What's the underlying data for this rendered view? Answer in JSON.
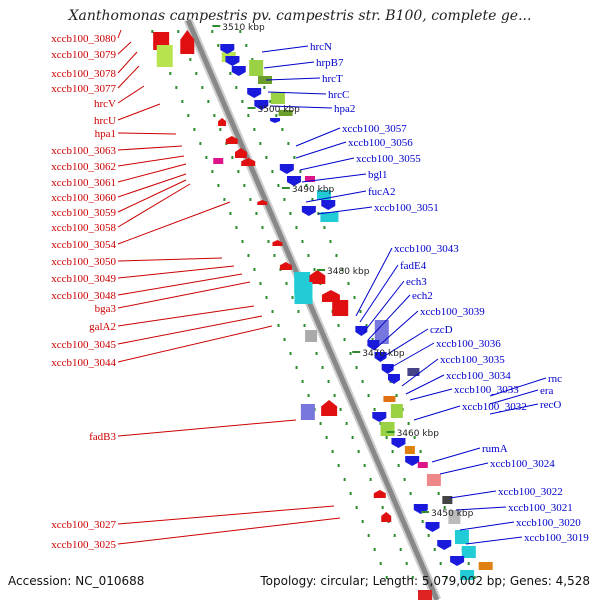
{
  "title": "Xanthomonas campestris pv. campestris str. B100, complete ge...",
  "footer": {
    "accession": "Accession: NC_010688",
    "summary": "Topology: circular; Length: 5,079,002 bp; Genes: 4,528"
  },
  "colors": {
    "left_label": "#cc0000",
    "right_label": "#0000cc",
    "backbone": "#888888",
    "tick_dot": "#2e8b2e"
  },
  "ticks": [
    "3510 kbp",
    "3500 kbp",
    "3490 kbp",
    "3480 kbp",
    "3470 kbp",
    "3460 kbp",
    "3450 kbp"
  ],
  "left_labels": [
    "xccb100_3080",
    "xccb100_3079",
    "xccb100_3078",
    "xccb100_3077",
    "hrcV",
    "hrcU",
    "hpa1",
    "xccb100_3063",
    "xccb100_3062",
    "xccb100_3061",
    "xccb100_3060",
    "xccb100_3059",
    "xccb100_3058",
    "xccb100_3054",
    "xccb100_3050",
    "xccb100_3049",
    "xccb100_3048",
    "bga3",
    "galA2",
    "xccb100_3045",
    "xccb100_3044",
    "fadB3",
    "xccb100_3027",
    "xccb100_3025"
  ],
  "right_labels": [
    "hrcN",
    "hrpB7",
    "hrcT",
    "hrcC",
    "hpa2",
    "xccb100_3057",
    "xccb100_3056",
    "xccb100_3055",
    "bgl1",
    "fucA2",
    "xccb100_3051",
    "xccb100_3043",
    "fadE4",
    "ech3",
    "ech2",
    "xccb100_3039",
    "czcD",
    "xccb100_3036",
    "xccb100_3035",
    "xccb100_3034",
    "xccb100_3033",
    "rnc",
    "era",
    "recO",
    "xccb100_3032",
    "rumA",
    "xccb100_3024",
    "xccb100_3022",
    "xccb100_3021",
    "xccb100_3020",
    "xccb100_3019"
  ]
}
